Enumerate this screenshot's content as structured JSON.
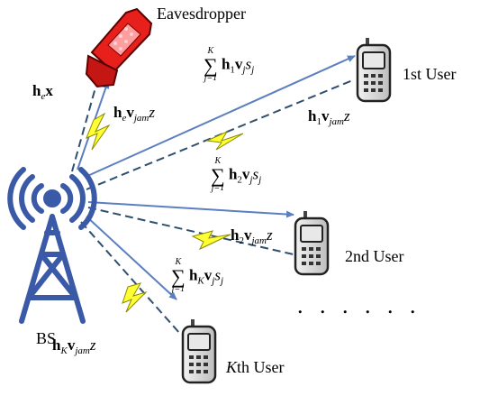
{
  "labels": {
    "eavesdropper": "Eavesdropper",
    "bs": "BS",
    "user1": "1st User",
    "user2": "2nd User",
    "userK_prefix": "K",
    "userK_suffix": "th User",
    "dots": ". . . . . ."
  },
  "equations": {
    "hex": {
      "h": "h",
      "sub": "e",
      "x": "x"
    },
    "he_jam": {
      "h": "h",
      "sub": "e",
      "v": "v",
      "vsub": "jam",
      "z": "z"
    },
    "h1_jam": {
      "h": "h",
      "sub": "1",
      "v": "v",
      "vsub": "jam",
      "z": "z"
    },
    "h2_jam": {
      "h": "h",
      "sub": "2",
      "v": "v",
      "vsub": "jam",
      "z": "z"
    },
    "hK_jam": {
      "h": "h",
      "sub": "K",
      "v": "v",
      "vsub": "jam",
      "z": "z"
    },
    "sum1": {
      "upper": "K",
      "lower": "j=1",
      "h": "h",
      "hsub": "1",
      "v": "v",
      "vsub": "j",
      "s": "s",
      "ssub": "j"
    },
    "sum2": {
      "upper": "K",
      "lower": "j=1",
      "h": "h",
      "hsub": "2",
      "v": "v",
      "vsub": "j",
      "s": "s",
      "ssub": "j"
    },
    "sumK": {
      "upper": "K",
      "lower": "j=1",
      "h": "h",
      "hsub": "K",
      "v": "v",
      "vsub": "j",
      "s": "s",
      "ssub": "j"
    }
  },
  "colors": {
    "signal": "#5b7fbf",
    "jam_dash": "#2f4f6f",
    "lightning": "#ffff33",
    "phone_red": "#e8201c",
    "tower": "#3a5aa8"
  }
}
